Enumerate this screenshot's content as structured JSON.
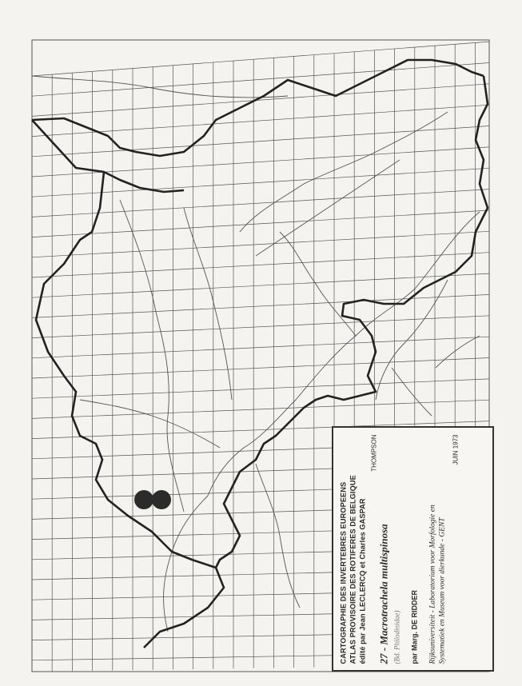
{
  "map": {
    "ink_color": "#3a3a3a",
    "paper_color": "#f4f3ef",
    "marker_color": "#2b2b2b",
    "observation_markers": 2
  },
  "legend": {
    "line1": "CARTOGRAPHIE DES INVERTEBRES EUROPEENS",
    "line2": "ATLAS PROVISOIRE DES ROTIFERES DE BELGIQUE",
    "line3": "édité par Jean LECLERCQ et Charles GASPAR",
    "species": "27 - Macrotrachela multispinosa",
    "author": "THOMPSON",
    "subtitle": "(Bd. Philodinidae)",
    "compiled_by": "par Marg. DE RIDDER",
    "institution_line1": "Rijksuniversiteit - Laboratorium voor Morfologie en",
    "institution_line2": "Systematiek en Museum voor dierkunde - GENT",
    "date": "JUIN 1973"
  }
}
